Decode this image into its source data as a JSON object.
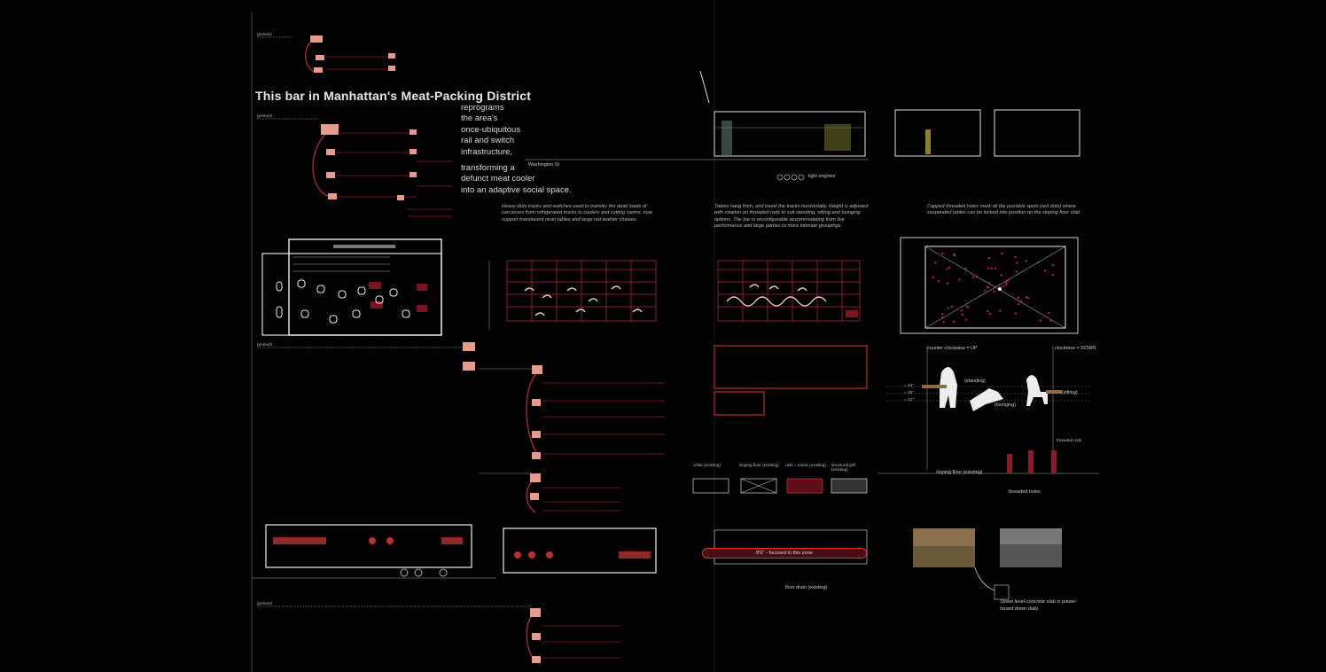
{
  "title": "This bar in Manhattan's Meat-Packing District",
  "intro_lines": [
    "reprograms",
    "the area's",
    "once-ubiquitous",
    "rail and switch",
    "infrastructure,",
    "transforming a",
    "defunct meat cooler",
    "into an adaptive social space."
  ],
  "captions": {
    "left": "Heavy-duty tracks and switches used to transfer the dead loads of carcasses from refrigerated trucks to coolers and cutting rooms, now support translucent resin tables and large red leather chaises.",
    "middle": "Tables hang from, and travel the tracks horizontally. Height is adjusted with rotation on threaded rods to suit standing, sitting and lounging options. The bar is reconfigurable accommodating from live performance and large parties to more intimate groupings.",
    "right": "Capped threaded holes mark all the possible spots (red dots) where suspended tables can be locked into position on the sloping floor slab."
  },
  "labels": {
    "street": "Washington St",
    "light_engines": "light engines",
    "counter_clockwise": "counter-clockwise = UP",
    "clockwise": "clockwise = DOWN",
    "standing": "(standing)",
    "lounging": "(lounging)",
    "sitting": "(sitting)",
    "h44": "= 44\"",
    "h28": "= 28\"",
    "h22": "= 22\"",
    "threaded_rods": "threaded rods",
    "sloping_floor_existing": "sloping floor (existing)",
    "threaded_holes": "threaded holes",
    "cellar": "cellar (existing)",
    "sloping_floor": "sloping floor (existing)",
    "rails_tracks": "rails = tracks (existing)",
    "structural_grill": "structural grill (existing)",
    "zone": "8'6\" - focused in this zone",
    "floor_drain": "floor drain (existing)",
    "slab_caption": "Street level concrete slab is power-hosed down daily."
  },
  "prime_labels": [
    "(prime)1",
    "(prime)2",
    "(prime)3",
    "(prime)4"
  ],
  "colors": {
    "background": "#020202",
    "line": "#e6e6e6",
    "accent_red": "#c8283a",
    "meat": "#e59a8a"
  }
}
